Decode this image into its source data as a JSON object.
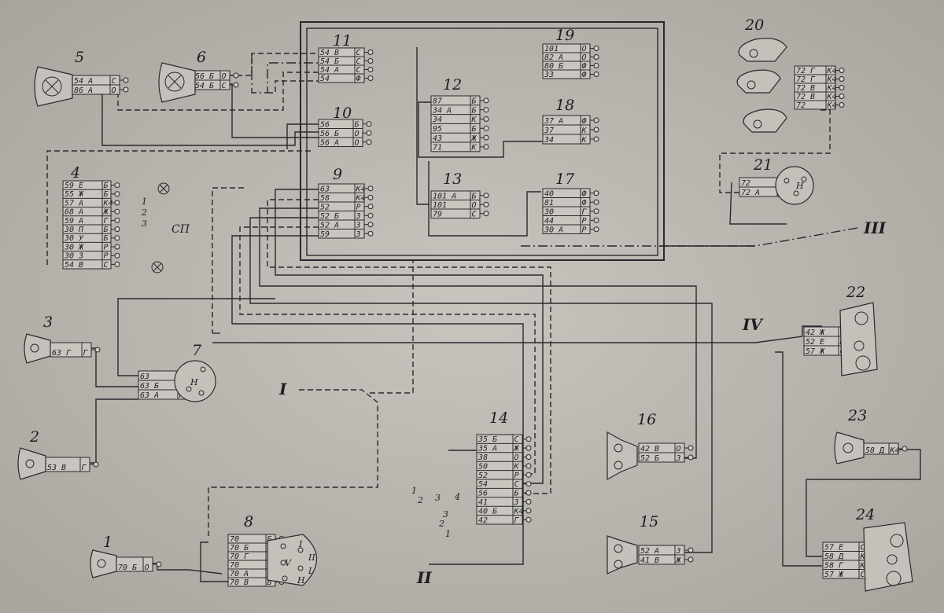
{
  "labels": {
    "c1": "1",
    "c2": "2",
    "c3": "3",
    "c4": "4",
    "c5": "5",
    "c6": "6",
    "c7": "7",
    "c8": "8",
    "c9": "9",
    "c10": "10",
    "c11": "11",
    "c12": "12",
    "c13": "13",
    "c14": "14",
    "c15": "15",
    "c16": "16",
    "c17": "17",
    "c18": "18",
    "c19": "19",
    "c20": "20",
    "c21": "21",
    "c22": "22",
    "c23": "23",
    "c24": "24",
    "r1": "I",
    "r2": "II",
    "r3": "III",
    "r4": "IV",
    "sp": "СП"
  },
  "blocks": {
    "b1": [
      [
        "70 Б",
        "О"
      ]
    ],
    "b2": [
      [
        "53 В",
        "Г"
      ]
    ],
    "b3": [
      [
        "63 Г",
        "Г"
      ]
    ],
    "b4": [
      [
        "59 Е",
        "Б"
      ],
      [
        "55 Ж",
        "Б"
      ],
      [
        "57 А",
        "К4"
      ],
      [
        "68 А",
        "Ж"
      ],
      [
        "59 А",
        "Г"
      ],
      [
        "30 П",
        "Б"
      ],
      [
        "30 У",
        "Б"
      ],
      [
        "30 Ж",
        "Р"
      ],
      [
        "30 З",
        "Р"
      ],
      [
        "54 В",
        "С"
      ]
    ],
    "b5": [
      [
        "54 А",
        "С"
      ],
      [
        "86 А",
        "О"
      ]
    ],
    "b6": [
      [
        "56 Б",
        "О"
      ],
      [
        "54 Б",
        "С"
      ]
    ],
    "b7": [
      [
        "63",
        "К4"
      ],
      [
        "63 Б",
        "Г"
      ],
      [
        "63 А",
        "Г"
      ]
    ],
    "b8": [
      [
        "70",
        "Б"
      ],
      [
        "70 Б",
        "Б"
      ],
      [
        "70 Г",
        "О"
      ],
      [
        "70",
        "О"
      ],
      [
        "70 А",
        "О"
      ],
      [
        "70 В",
        "Б"
      ]
    ],
    "b9": [
      [
        "63",
        "К4"
      ],
      [
        "58",
        "К4"
      ],
      [
        "52",
        "Р"
      ],
      [
        "52 Б",
        "З"
      ],
      [
        "52 А",
        "З"
      ],
      [
        "59",
        "З"
      ]
    ],
    "b10": [
      [
        "56",
        "Б"
      ],
      [
        "56 Б",
        "О"
      ],
      [
        "56 А",
        "О"
      ]
    ],
    "b11": [
      [
        "54 В",
        "С"
      ],
      [
        "54 Б",
        "С"
      ],
      [
        "54 А",
        "С"
      ],
      [
        "54",
        "Ф"
      ]
    ],
    "b12": [
      [
        "87",
        "Б"
      ],
      [
        "34 А",
        "Б"
      ],
      [
        "34",
        "К"
      ],
      [
        "95",
        "Б"
      ],
      [
        "43",
        "Ж"
      ],
      [
        "71",
        "К"
      ]
    ],
    "b13": [
      [
        "101 А",
        "Б"
      ],
      [
        "101",
        "О"
      ],
      [
        "79",
        "С"
      ]
    ],
    "b14": [
      [
        "35 Б",
        "С"
      ],
      [
        "35 А",
        "Ж"
      ],
      [
        "38",
        "О"
      ],
      [
        "50",
        "К"
      ],
      [
        "52",
        "Р"
      ],
      [
        "54",
        "С"
      ],
      [
        "56",
        "Б"
      ],
      [
        "41",
        "З"
      ],
      [
        "40 Б",
        "К4"
      ],
      [
        "42",
        "Г"
      ]
    ],
    "b15": [
      [
        "52 А",
        "З"
      ],
      [
        "41 В",
        "Ж"
      ]
    ],
    "b16": [
      [
        "42 В",
        "О"
      ],
      [
        "52 Б",
        "З"
      ]
    ],
    "b17": [
      [
        "40",
        "Ф"
      ],
      [
        "81",
        "Ф"
      ],
      [
        "30",
        "Г"
      ],
      [
        "44",
        "Р"
      ],
      [
        "30 А",
        "Р"
      ]
    ],
    "b18": [
      [
        "37 А",
        "Ф"
      ],
      [
        "37",
        "К"
      ],
      [
        "34",
        "К"
      ]
    ],
    "b19": [
      [
        "101",
        "О"
      ],
      [
        "82 А",
        "О"
      ],
      [
        "80 Б",
        "Ф"
      ],
      [
        "33",
        "Ф"
      ]
    ],
    "b20": [
      [
        "72 Г",
        "К4"
      ],
      [
        "72 Г",
        "К4"
      ],
      [
        "72 В",
        "К4"
      ],
      [
        "72 В",
        "К4"
      ],
      [
        "72",
        "К4"
      ]
    ],
    "b21": [
      [
        "72",
        "Ф"
      ],
      [
        "72 А",
        "К4"
      ]
    ],
    "b22": [
      [
        "42 Ж",
        "О"
      ],
      [
        "52 Е",
        "К4"
      ],
      [
        "57 Ж",
        "С"
      ]
    ],
    "b23": [
      [
        "58 Д",
        "К4"
      ]
    ],
    "b24": [
      [
        "57 Е",
        "С"
      ],
      [
        "58 Д",
        "К4"
      ],
      [
        "58 Г",
        "К4"
      ],
      [
        "57 Ж",
        "С"
      ]
    ]
  },
  "switch": {
    "n1": "1",
    "n2": "2",
    "n3": "3",
    "s14_1": "1",
    "s14_2": "2",
    "s14_3": "3",
    "s14_4": "4",
    "s14_5": "3",
    "s14_6": "1",
    "s14_7": "2",
    "relay_h": "Н",
    "relay_h2": "Н",
    "relay_v": "V",
    "relay_i": "I",
    "relay_ii": "II",
    "relay_l": "L",
    "relay_h3": "Н"
  }
}
